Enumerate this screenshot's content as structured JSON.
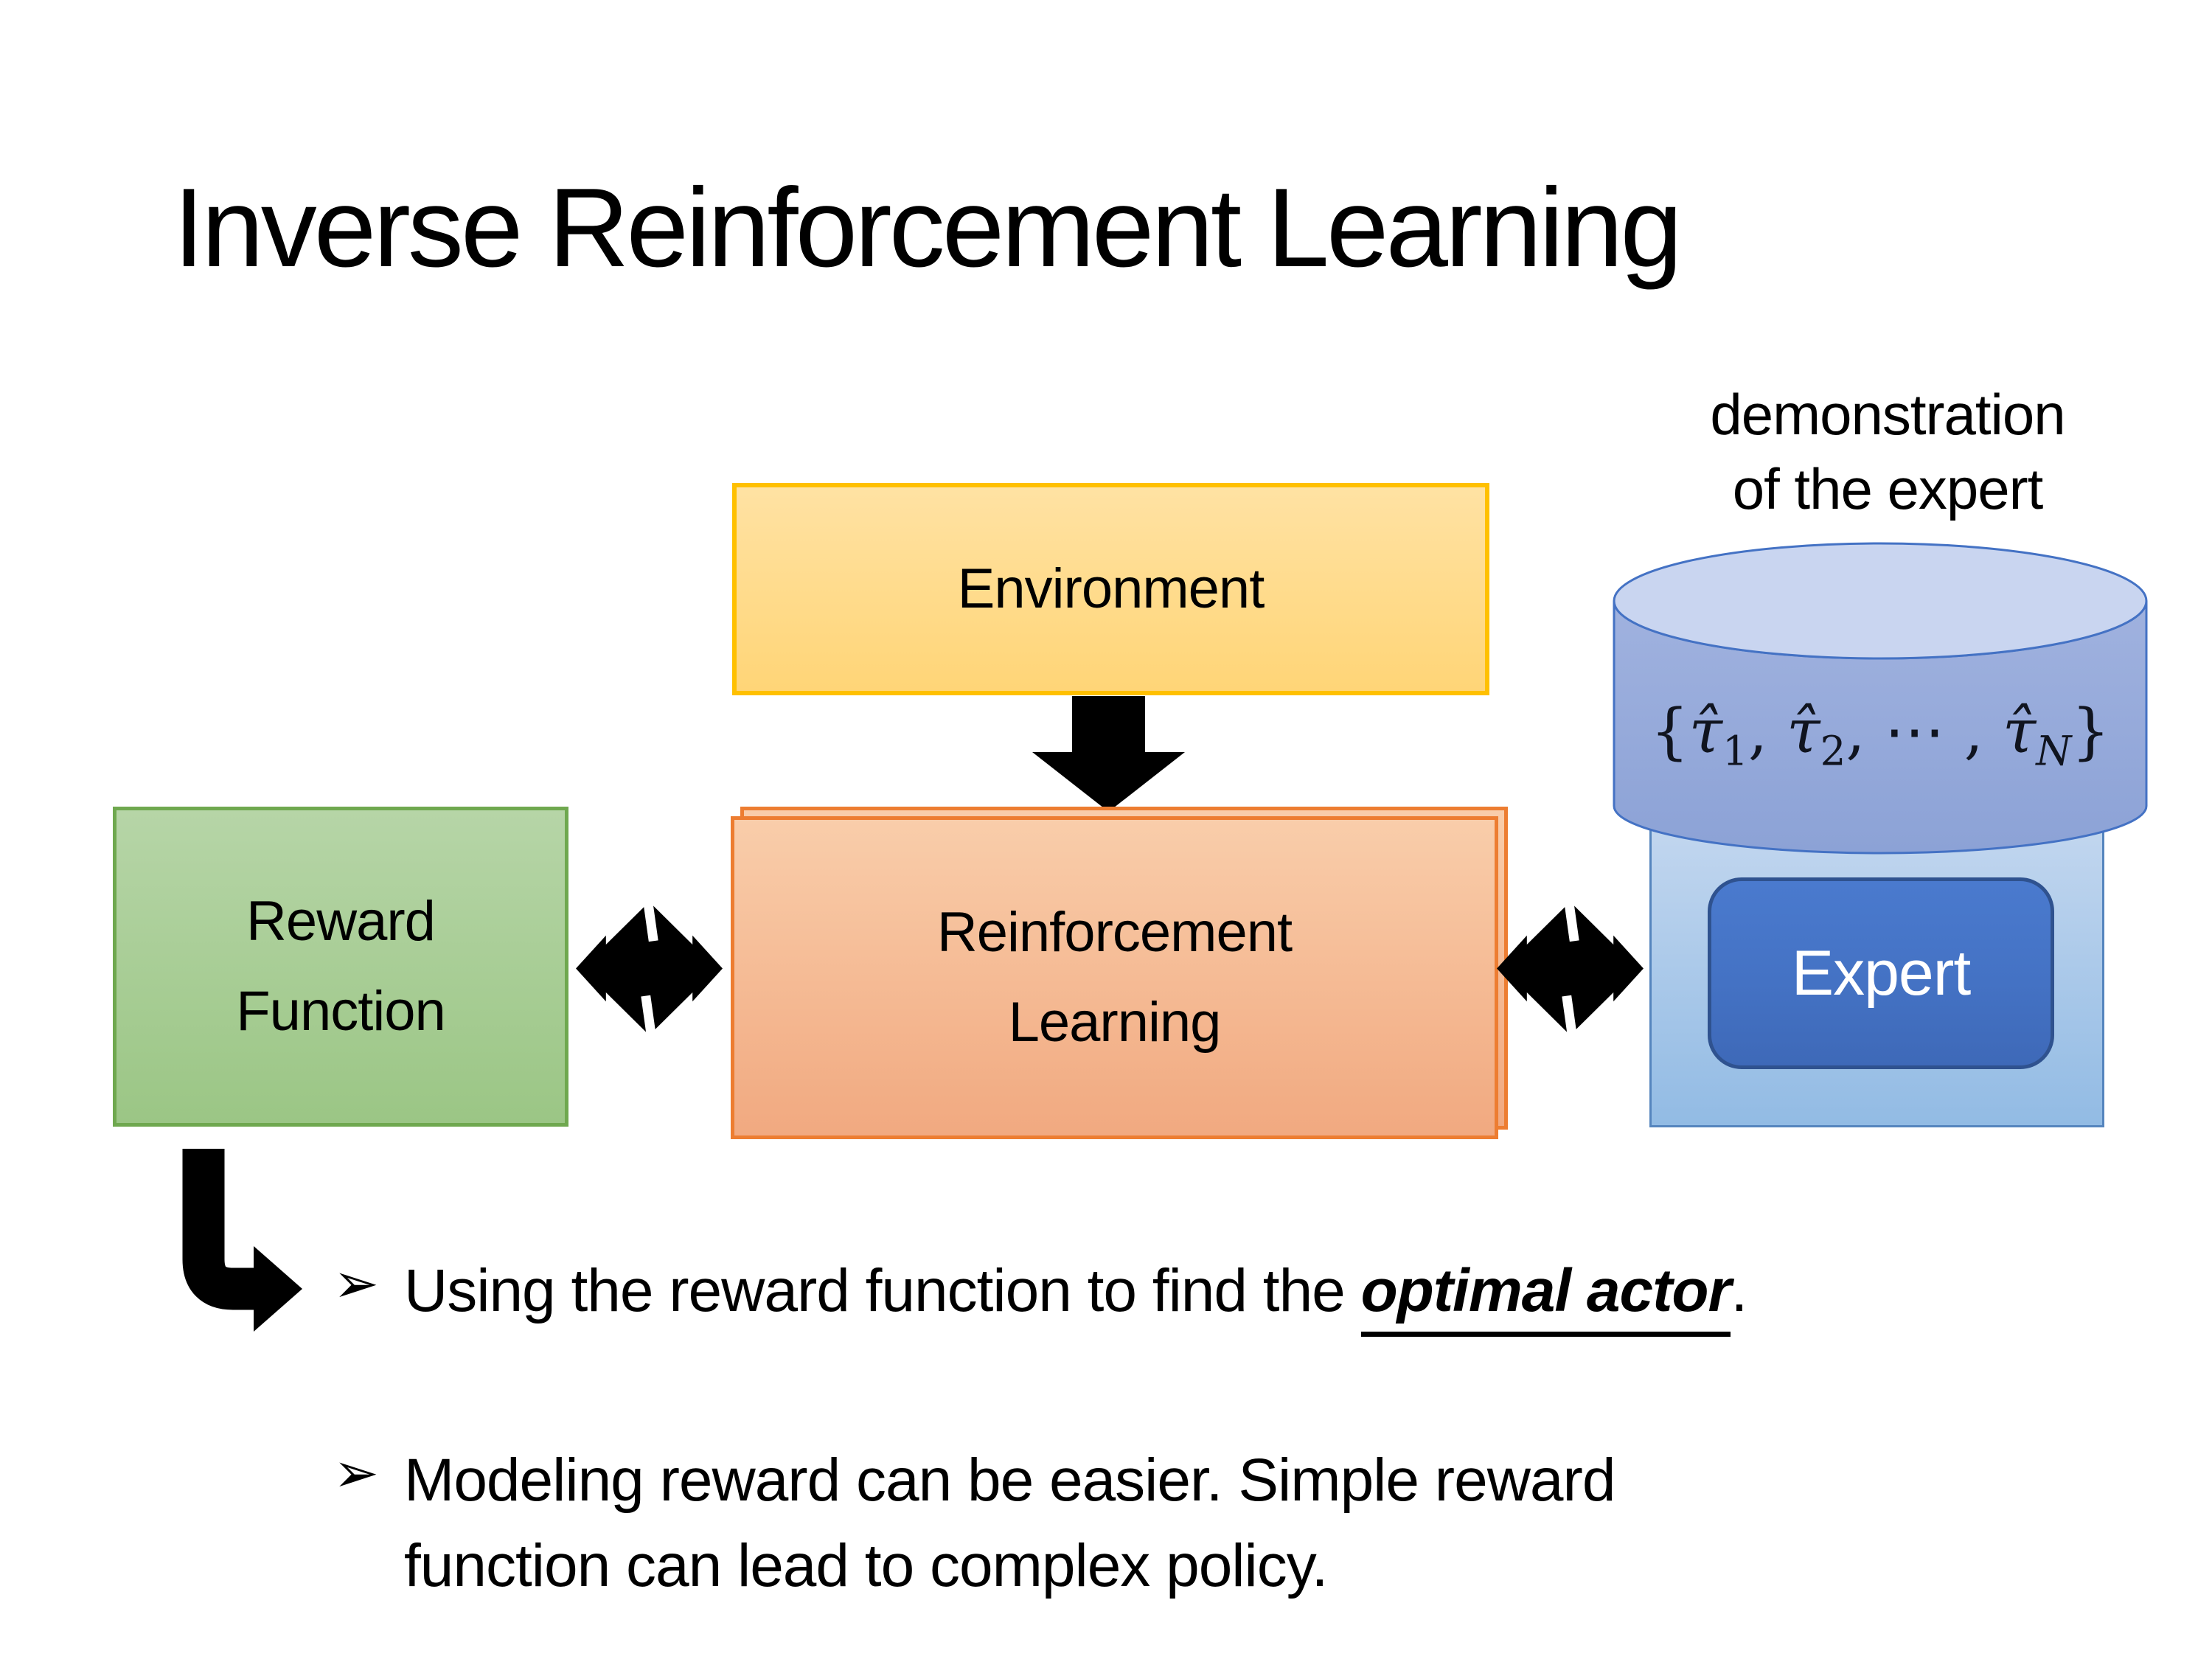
{
  "title": "Inverse Reinforcement Learning",
  "demo_label": {
    "line1": "demonstration",
    "line2": "of the expert"
  },
  "boxes": {
    "environment": "Environment",
    "reward": {
      "line1": "Reward",
      "line2": "Function"
    },
    "reinforcement": {
      "line1": "Reinforcement",
      "line2": "Learning"
    },
    "expert": "Expert"
  },
  "cylinder_math": {
    "open": "{",
    "tau1": "τ̂",
    "sub1": "1",
    "sep1": ", ",
    "tau2": "τ̂",
    "sub2": "2",
    "sep2": ", ⋯ , ",
    "tauN": "τ̂",
    "subN": "N",
    "close": "}"
  },
  "bullets": {
    "b1": {
      "marker": "➢",
      "pre": "Using the reward function to find the ",
      "highlight": "optimal actor",
      "post": "."
    },
    "b2": {
      "marker": "➢",
      "line1": "Modeling reward can be easier. Simple reward",
      "line2": "function can lead to complex policy."
    }
  },
  "colors": {
    "ink": "#000000",
    "arrow": "#000000",
    "environment_fill_top": "#FFE2A3",
    "environment_fill_bottom": "#FFD577",
    "environment_border": "#FFC000",
    "reward_fill_top": "#B6D5A7",
    "reward_fill_bottom": "#9BC685",
    "reward_border": "#6FA84F",
    "rl_fill_top": "#F9CDAA",
    "rl_fill_bottom": "#F1A980",
    "rl_border": "#ED7D31",
    "expert_container_fill_top": "#C3D7EF",
    "expert_container_fill_bottom": "#92BBE4",
    "expert_container_border": "#5585BE",
    "expert_fill": "#4472C4",
    "expert_border": "#2F528F",
    "expert_text": "#FFFFFF",
    "cylinder_body_top": "#A0B2DF",
    "cylinder_body_bottom": "#8CA2D6",
    "cylinder_top_fill": "#C9D5F0",
    "cylinder_border": "#4472C4"
  }
}
